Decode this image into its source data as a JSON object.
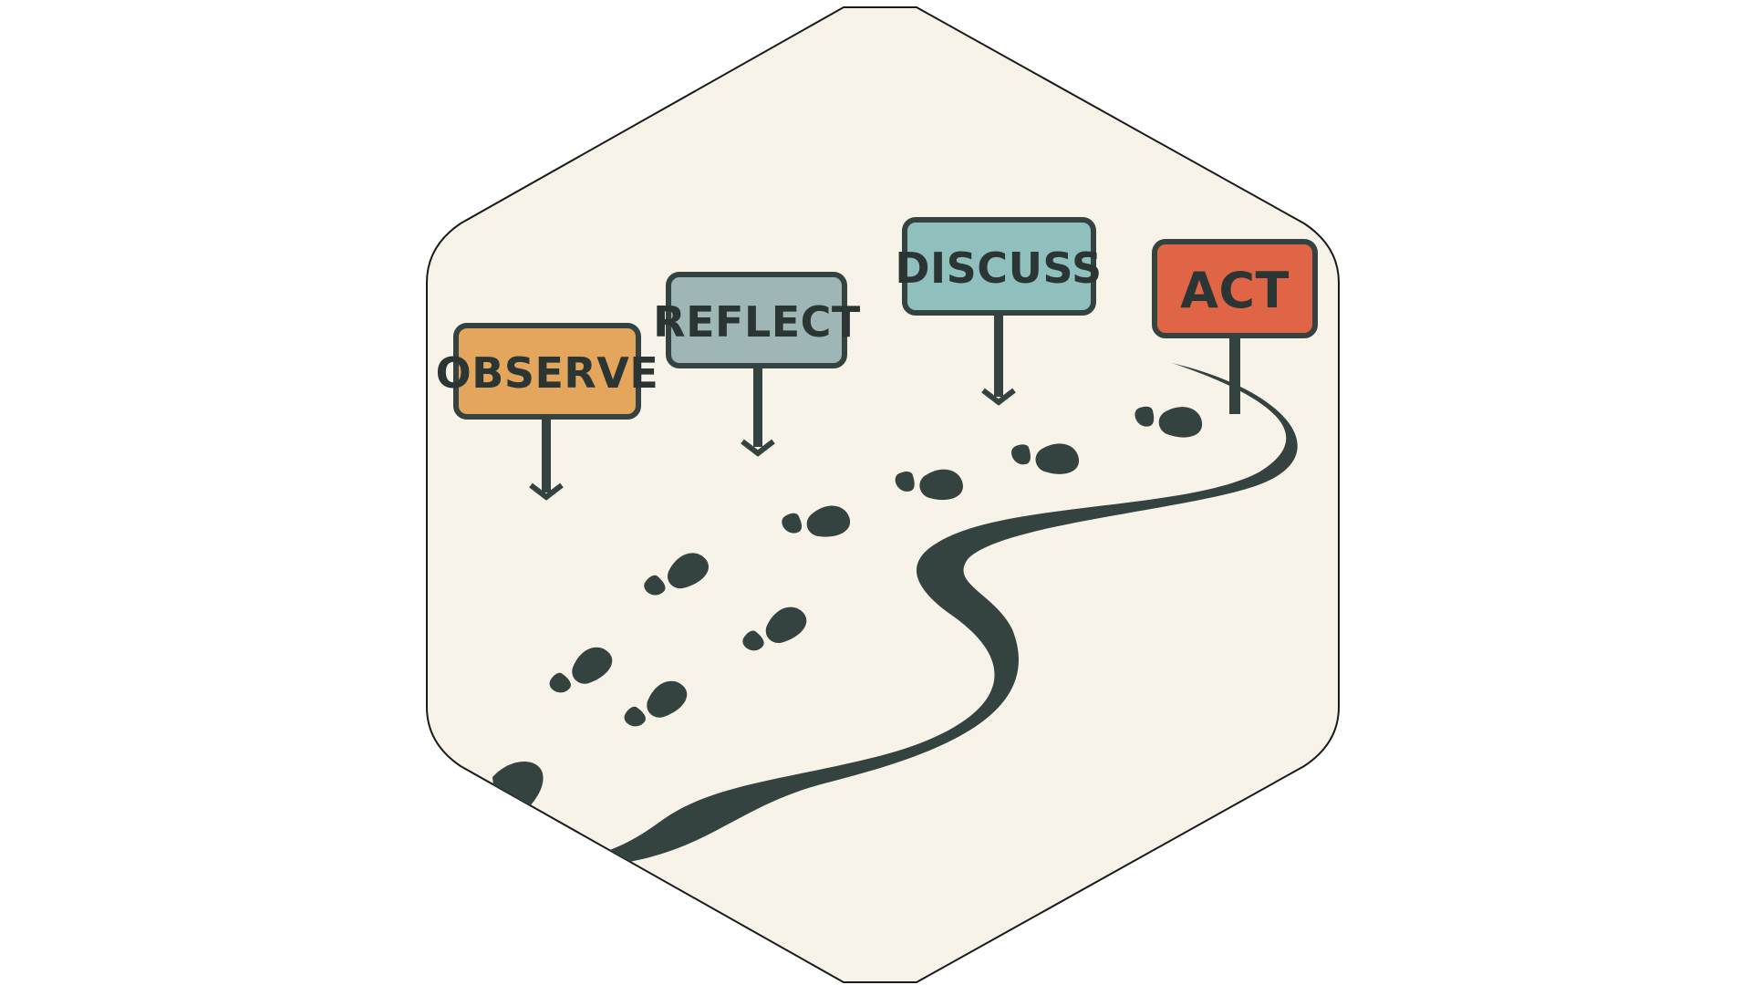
{
  "diagram": {
    "steps": [
      {
        "label": "OBSERVE",
        "color": "#e4a65c"
      },
      {
        "label": "REFLECT",
        "color": "#9fb6b7"
      },
      {
        "label": "DISCUSS",
        "color": "#8fc0bd"
      },
      {
        "label": "ACT",
        "color": "#e06547"
      }
    ],
    "colors": {
      "background": "#f8f3e9",
      "ink": "#344240",
      "outline": "#1a1a1a"
    }
  }
}
